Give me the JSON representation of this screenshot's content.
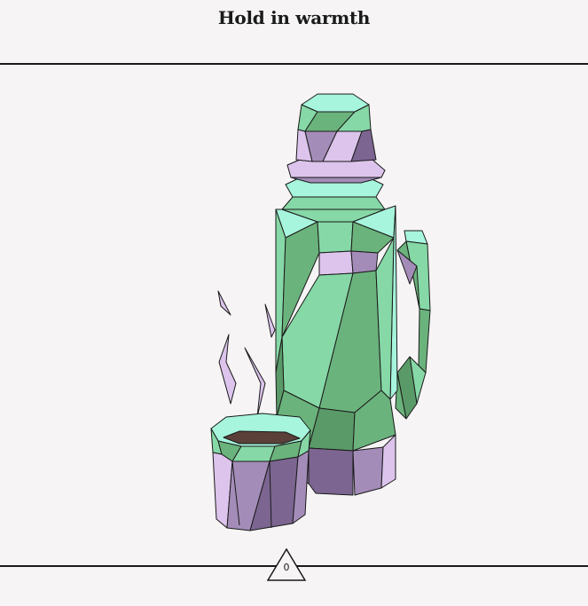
{
  "header": {
    "title": "Hold in warmth"
  },
  "illustration": {
    "subject": "low-poly thermos flask with cup and steam",
    "colors": {
      "mint": "#a6f5dc",
      "green_light": "#86d8a6",
      "green": "#6bb37c",
      "green_dark": "#5a9a68",
      "lavender": "#dcc4ec",
      "purple": "#a48cb8",
      "purple_dark": "#7c6590",
      "coffee": "#5a4038",
      "stroke": "#1a1a1a"
    }
  },
  "footer": {
    "page_number": "0"
  }
}
